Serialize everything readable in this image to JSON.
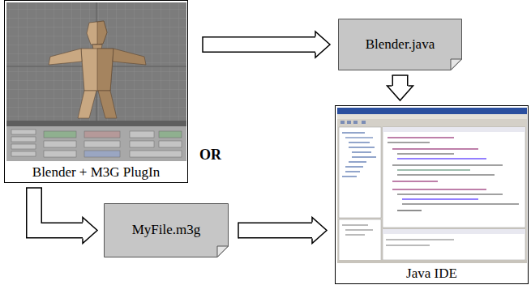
{
  "diagram": {
    "nodes": [
      {
        "text": [
          "Blender + M3G PlugIn"
        ]
      },
      {
        "text": [
          "Blender.java"
        ]
      },
      {
        "text": [
          "MyFile.m3g"
        ]
      },
      {
        "text": [
          "Java IDE"
        ]
      }
    ],
    "edges": [
      {
        "from": 0,
        "to": 1,
        "arrow": "to"
      },
      {
        "from": 1,
        "to": 3,
        "arrow": "to"
      },
      {
        "from": 0,
        "to": 2,
        "arrow": "to"
      },
      {
        "from": 2,
        "to": 3,
        "arrow": "to"
      }
    ],
    "labels": [
      "OR"
    ]
  }
}
